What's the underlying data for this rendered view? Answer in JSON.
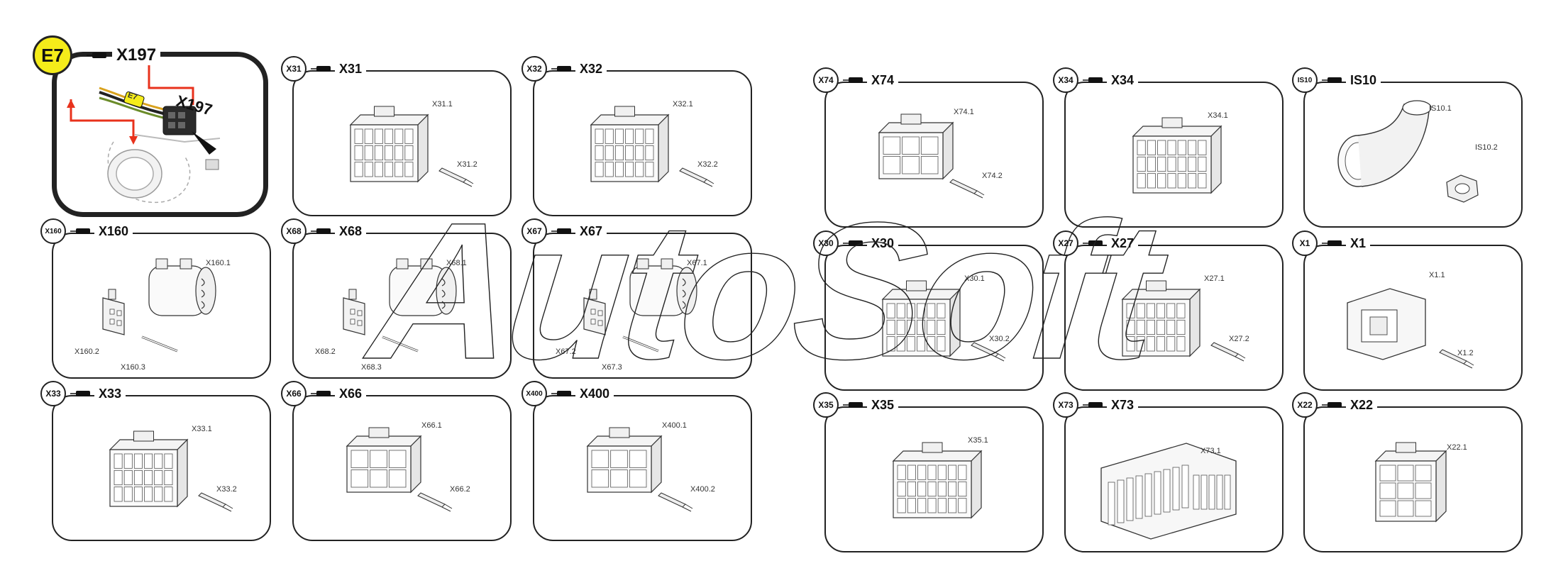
{
  "hero": {
    "badge": "E7",
    "title": "X197",
    "tag_label": "E7",
    "tag_title": "X197"
  },
  "panels": [
    {
      "id": "X31",
      "badge": "X31",
      "title": "X31",
      "parts": [
        "X31.1",
        "X31.2"
      ]
    },
    {
      "id": "X32",
      "badge": "X32",
      "title": "X32",
      "parts": [
        "X32.1",
        "X32.2"
      ]
    },
    {
      "id": "X160",
      "badge": "X160",
      "title": "X160",
      "parts": [
        "X160.1",
        "X160.2",
        "X160.3"
      ]
    },
    {
      "id": "X68",
      "badge": "X68",
      "title": "X68",
      "parts": [
        "X68.1",
        "X68.2",
        "X68.3"
      ]
    },
    {
      "id": "X67",
      "badge": "X67",
      "title": "X67",
      "parts": [
        "X67.1",
        "X67.2",
        "X67.3"
      ]
    },
    {
      "id": "X33",
      "badge": "X33",
      "title": "X33",
      "parts": [
        "X33.1",
        "X33.2"
      ]
    },
    {
      "id": "X66",
      "badge": "X66",
      "title": "X66",
      "parts": [
        "X66.1",
        "X66.2"
      ]
    },
    {
      "id": "X400",
      "badge": "X400",
      "title": "X400",
      "parts": [
        "X400.1",
        "X400.2"
      ]
    },
    {
      "id": "X74",
      "badge": "X74",
      "title": "X74",
      "parts": [
        "X74.1",
        "X74.2"
      ]
    },
    {
      "id": "X34",
      "badge": "X34",
      "title": "X34",
      "parts": [
        "X34.1"
      ]
    },
    {
      "id": "IS10",
      "badge": "IS10",
      "title": "IS10",
      "parts": [
        "IS10.1",
        "IS10.2"
      ]
    },
    {
      "id": "X30",
      "badge": "X30",
      "title": "X30",
      "parts": [
        "X30.1",
        "X30.2"
      ]
    },
    {
      "id": "X27",
      "badge": "X27",
      "title": "X27",
      "parts": [
        "X27.1",
        "X27.2"
      ]
    },
    {
      "id": "X1",
      "badge": "X1",
      "title": "X1",
      "parts": [
        "X1.1",
        "X1.2"
      ]
    },
    {
      "id": "X35",
      "badge": "X35",
      "title": "X35",
      "parts": [
        "X35.1"
      ]
    },
    {
      "id": "X73",
      "badge": "X73",
      "title": "X73",
      "parts": [
        "X73.1"
      ]
    },
    {
      "id": "X22",
      "badge": "X22",
      "title": "X22",
      "parts": [
        "X22.1"
      ]
    }
  ],
  "watermark": "AutoSoft",
  "colors": {
    "badge_highlight": "#f5ec1a",
    "arrow": "#e8321c",
    "outline": "#222222"
  }
}
